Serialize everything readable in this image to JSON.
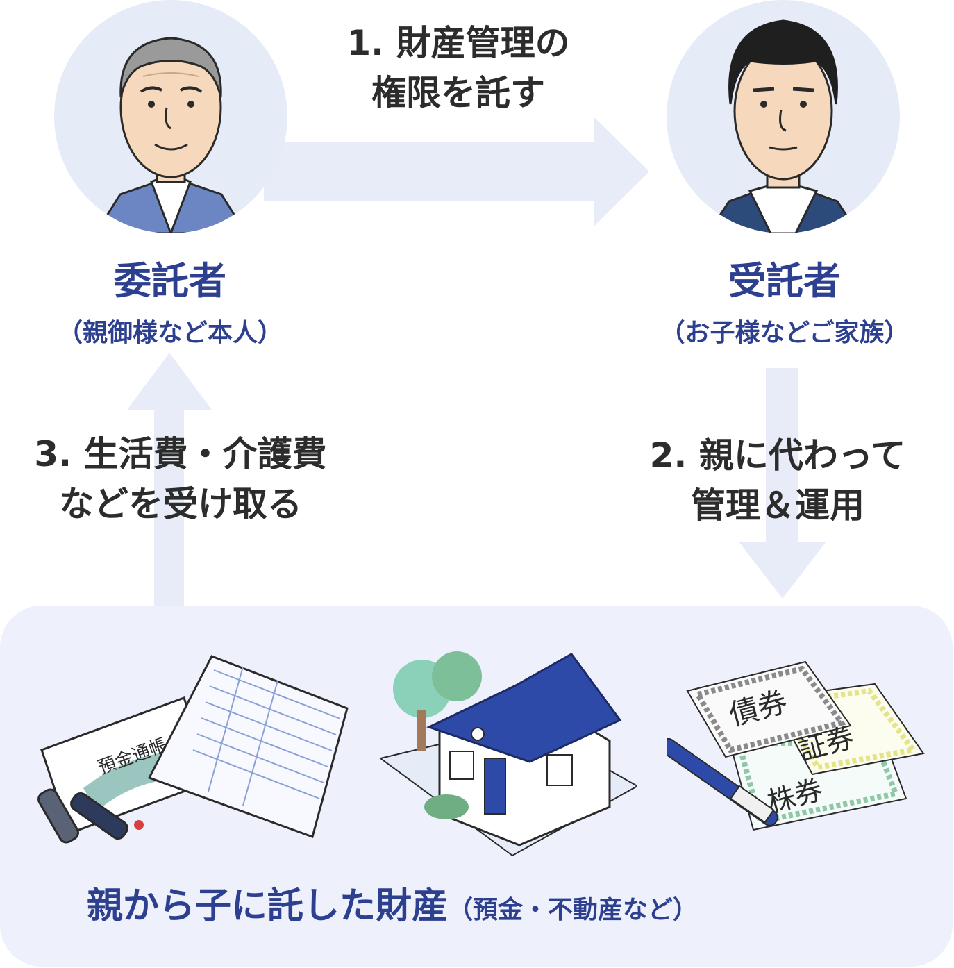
{
  "step1": {
    "line1": "1. 財産管理の",
    "line2": "権限を託す"
  },
  "step2": {
    "line1": "2. 親に代わって",
    "line2": "管理＆運用"
  },
  "step3": {
    "line1": "3. 生活費・介護費",
    "line2": "などを受け取る"
  },
  "truster": {
    "title": "委託者",
    "sub": "（親御様など本人）"
  },
  "trustee": {
    "title": "受託者",
    "sub": "（お子様などご家族）"
  },
  "assets": {
    "main": "親から子に託した財産",
    "note": "（預金・不動産など）",
    "passbook_label": "預金通帳",
    "certificates": [
      "債券",
      "証券",
      "株券"
    ]
  },
  "colors": {
    "arrow": "#e8ecf8",
    "panel": "#eef1fb",
    "accent_text": "#2d3f8f",
    "body_text": "#2c2c2c",
    "circle": "#e6ebf8",
    "roof": "#2e4aa8",
    "vest": "#6b86c2"
  }
}
